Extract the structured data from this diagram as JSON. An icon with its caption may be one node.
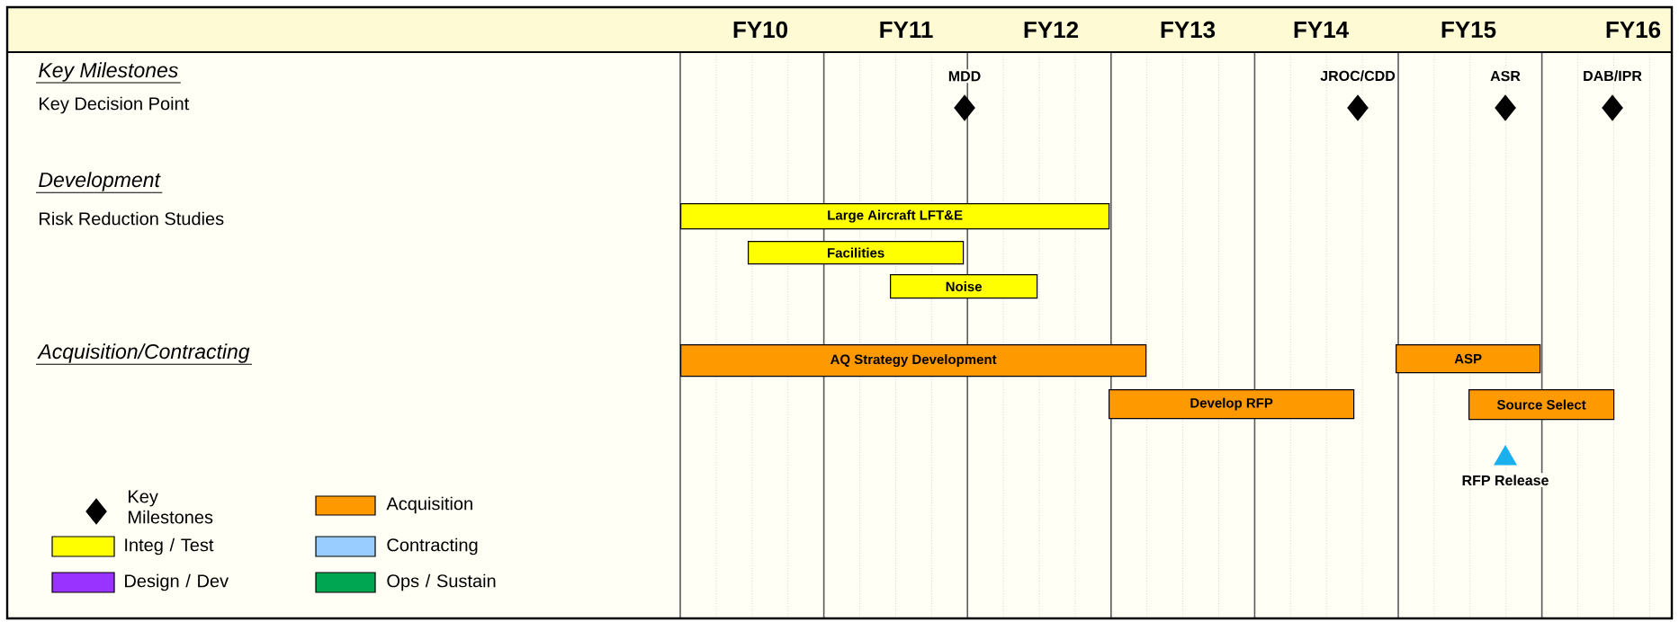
{
  "diagram": {
    "nodes": [
      {
        "text": [],
        "shape": "diamond",
        "beside": [
          "MDD"
        ]
      },
      {
        "text": [],
        "shape": "diamond",
        "beside": [
          "JROC/CDD"
        ]
      },
      {
        "text": [],
        "shape": "diamond",
        "beside": [
          "ASR"
        ]
      },
      {
        "text": [],
        "shape": "diamond",
        "beside": [
          "DAB/IPR"
        ]
      },
      {
        "text": [
          "Large Aircraft LFT&E"
        ]
      },
      {
        "text": [
          "Facilities"
        ]
      },
      {
        "text": [
          "Noise"
        ]
      },
      {
        "text": [
          "AQ Strategy Development"
        ]
      },
      {
        "text": [
          "Develop RFP"
        ]
      },
      {
        "text": [
          "ASP"
        ]
      },
      {
        "text": [
          "Source Select"
        ]
      },
      {
        "text": [],
        "shape": "triangle",
        "beside": [
          "RFP Release"
        ]
      }
    ],
    "labels": [
      "FY10",
      "FY11",
      "FY12",
      "FY13",
      "FY14",
      "FY15",
      "FY16",
      "Key Milestones",
      "Key Decision Point",
      "Development",
      "Risk Reduction Studies",
      "Acquisition/Contracting"
    ],
    "legend": [
      {
        "text": "Key Milestones"
      },
      {
        "text": "Acquisition",
        "color": "#ff9900"
      },
      {
        "text": "Integ / Test",
        "color": "#ffff00"
      },
      {
        "text": "Contracting",
        "color": "#99ccff"
      },
      {
        "text": "Design / Dev",
        "color": "#9933ff"
      },
      {
        "text": "Ops / Sustain",
        "color": "#00a651"
      }
    ]
  }
}
